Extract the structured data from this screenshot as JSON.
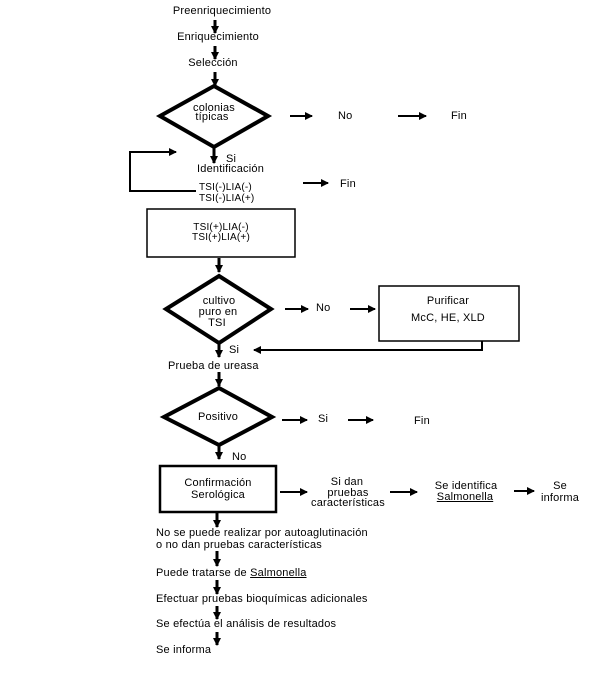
{
  "flow": {
    "preenriquecimiento": "Preenriquecimiento",
    "enriquecimiento": "Enriquecimiento",
    "seleccion": "Selección",
    "colonias_l1": "colonias",
    "colonias_l2": "típicas",
    "no1": "No",
    "fin1": "Fin",
    "si1": "Si",
    "identificacion": "Identificación",
    "tsi_neg_1": "TSI(-)LIA(-)",
    "tsi_neg_2": "TSI(-)LIA(+)",
    "fin2": "Fin",
    "tsi_pos_1": "TSI(+)LIA(-)",
    "tsi_pos_2": "TSI(+)LIA(+)",
    "cultivo_l1": "cultivo",
    "cultivo_l2": "puro en",
    "cultivo_l3": "TSI",
    "no2": "No",
    "purificar_l1": "Purificar",
    "purificar_l2": "McC, HE, XLD",
    "si2": "Si",
    "ureasa": "Prueba de ureasa",
    "positivo": "Positivo",
    "si3": "Si",
    "fin3": "Fin",
    "no3": "No",
    "confirmacion_l1": "Confirmación",
    "confirmacion_l2": "Serológica",
    "sidan_l1": "Si dan",
    "sidan_l2": "pruebas",
    "sidan_l3": "características",
    "identifica_l1": "Se identifica",
    "identifica_l2": "Salmonella",
    "informa_l1": "Se",
    "informa_l2": "informa",
    "no_se_puede_l1": "No se puede realizar por autoaglutinación",
    "no_se_puede_l2": "o no dan pruebas características",
    "puede_tratarse": "Puede tratarse de ",
    "salmonella": "Salmonella",
    "efectuar": "Efectuar pruebas bioquímicas adicionales",
    "analisis": "Se efectúa el análisis de resultados",
    "se_informa": "Se informa"
  }
}
